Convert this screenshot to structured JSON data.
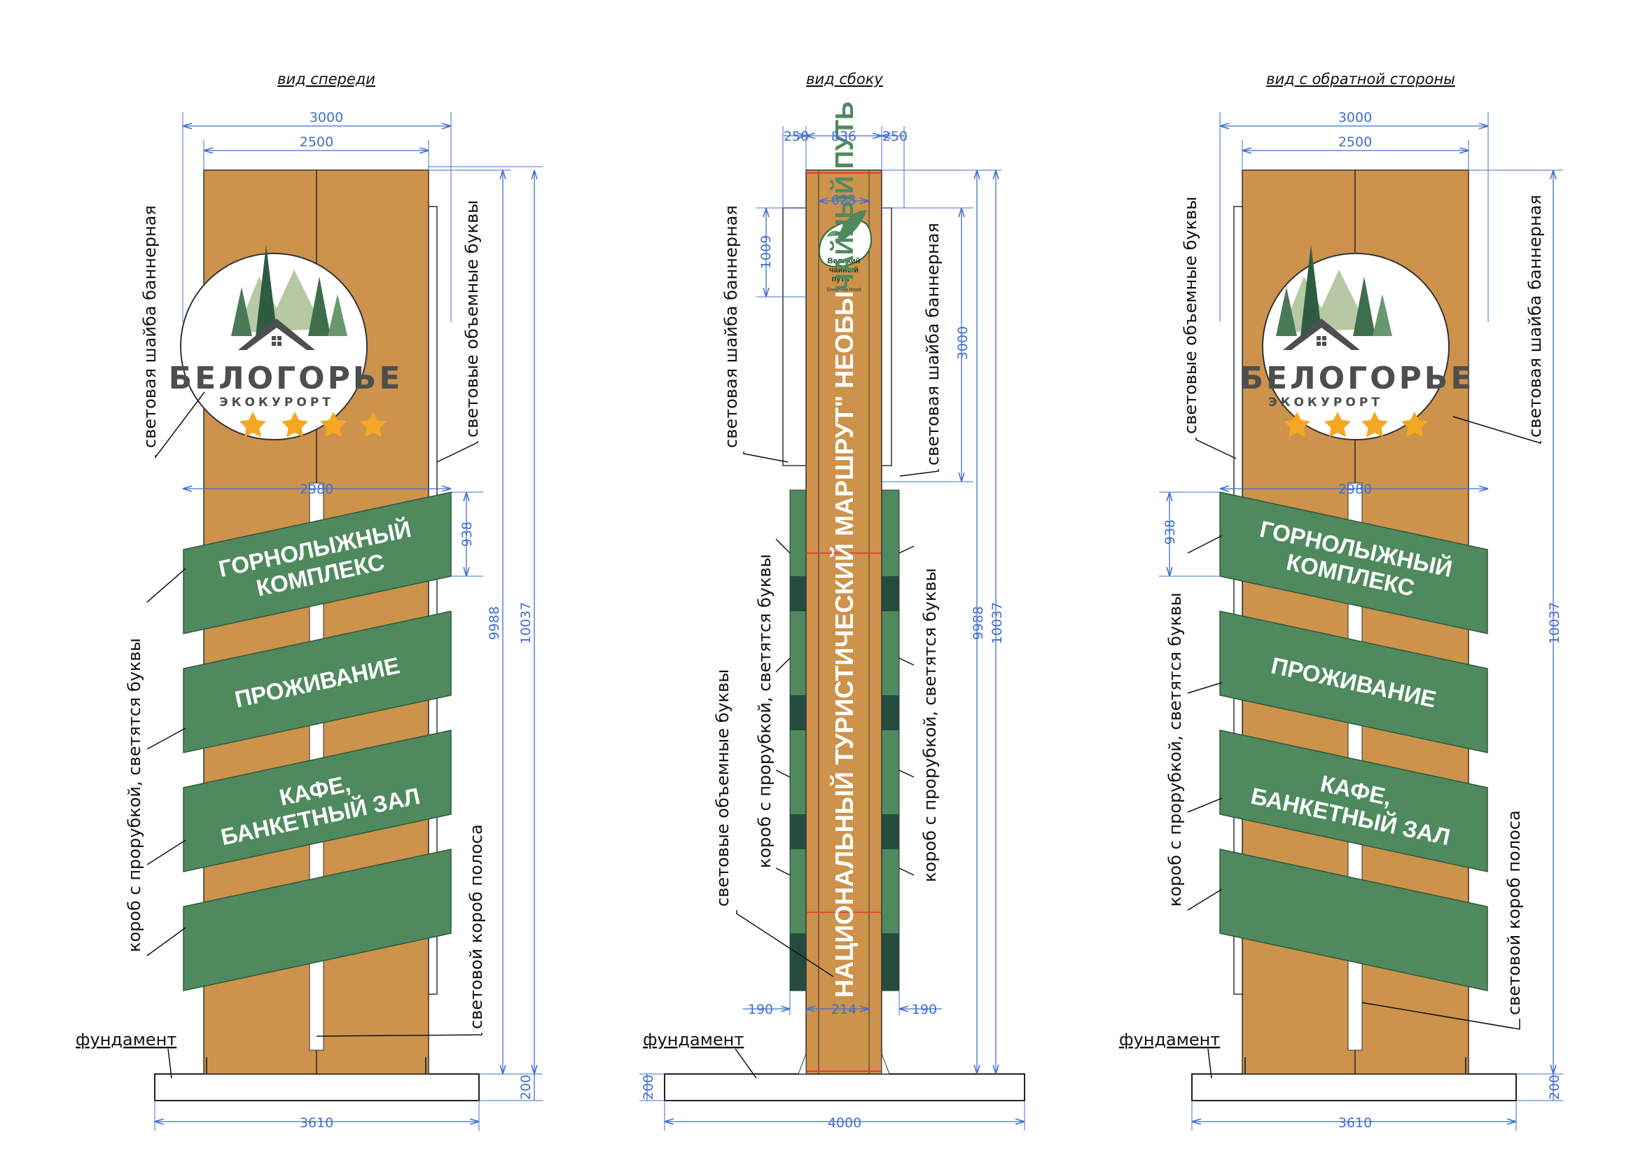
{
  "views": {
    "front": "вид спереди",
    "side": "вид сбоку",
    "back": "вид с обратной стороны"
  },
  "brand": {
    "name": "БЕЛОГОРЬЕ",
    "subtitle": "ЭКОКУРОРТ",
    "stars": 4
  },
  "signs": {
    "ski_1": "ГОРНОЛЫЖНЫЙ",
    "ski_2": "КОМПЛЕКС",
    "stay": "ПРОЖИВАНИЕ",
    "cafe_1": "КАФЕ,",
    "cafe_2": "БАНКЕТНЫЙ ЗАЛ"
  },
  "route_text": {
    "main": "НАЦИОНАЛЬНЫЙ ТУРИСТИЧЕСКИЙ МАРШРУТ\" НЕОБЫ",
    "accent": "ЧАЙНЫЙ ПУТЬ"
  },
  "tea_logo": {
    "line1": "Великий",
    "line2": "чайный",
    "line3": "путь",
    "en": "Great Tea Road"
  },
  "notes": {
    "banner_disc": "световая шайба баннерная",
    "volume_letters": "световые объемные буквы",
    "cut_box": "короб с прорубкой, светятся буквы",
    "strip_box": "световой короб полоса",
    "foundation": "фундамент"
  },
  "dims": {
    "d3000": "3000",
    "d2500": "2500",
    "d2980": "2980",
    "d938": "938",
    "d9988": "9988",
    "d10037": "10037",
    "d200": "200",
    "d3610": "3610",
    "d4000": "4000",
    "d250": "250",
    "d836": "836",
    "d623": "623",
    "d1009": "1009",
    "d190": "190",
    "d214": "214"
  },
  "colors": {
    "wood": "#cd924c",
    "green": "#4f8a5e",
    "dark_green": "#254b40",
    "dim_blue": "#3f6fd0",
    "star": "#f5a623",
    "accent_red": "#e53935"
  }
}
